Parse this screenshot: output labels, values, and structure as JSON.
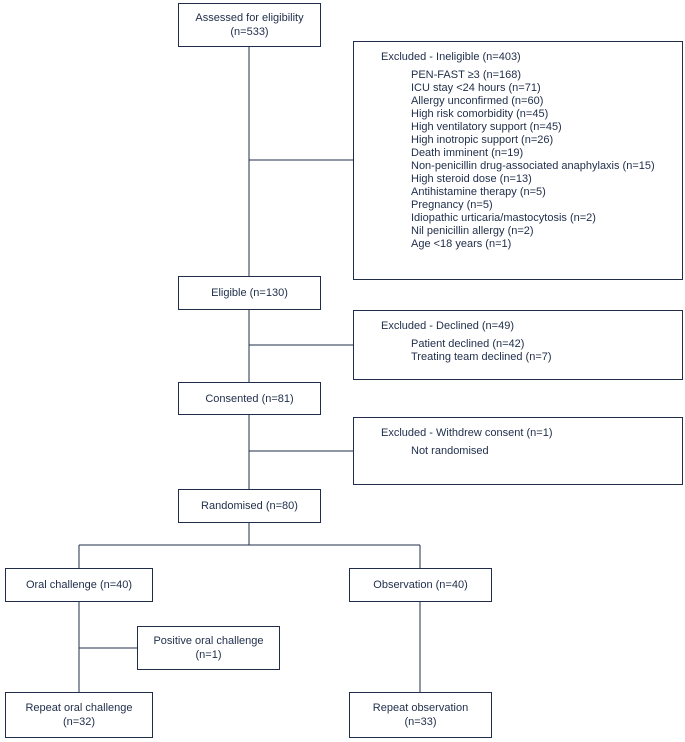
{
  "colors": {
    "stroke": "#1f2d4a",
    "text": "#1f2d4a"
  },
  "boxes": {
    "assessed": {
      "line1": "Assessed for eligibility",
      "line2": "(n=533)"
    },
    "excluded_ineligible": {
      "title": "Excluded - Ineligible (n=403)",
      "items": [
        "PEN-FAST ≥3 (n=168)",
        "ICU stay <24 hours (n=71)",
        "Allergy unconfirmed (n=60)",
        "High risk comorbidity (n=45)",
        "High ventilatory support (n=45)",
        "High inotropic support (n=26)",
        "Death imminent (n=19)",
        "Non-penicillin drug-associated anaphylaxis (n=15)",
        "High steroid dose (n=13)",
        "Antihistamine therapy (n=5)",
        "Pregnancy (n=5)",
        "Idiopathic urticaria/mastocytosis (n=2)",
        "Nil penicillin allergy (n=2)",
        "Age <18 years (n=1)"
      ]
    },
    "eligible": {
      "label": "Eligible (n=130)"
    },
    "excluded_declined": {
      "title": "Excluded - Declined (n=49)",
      "items": [
        "Patient declined (n=42)",
        "Treating team declined (n=7)"
      ]
    },
    "consented": {
      "label": "Consented (n=81)"
    },
    "excluded_withdrew": {
      "title": "Excluded - Withdrew consent (n=1)",
      "items": [
        "Not randomised"
      ]
    },
    "randomised": {
      "label": "Randomised (n=80)"
    },
    "oral_challenge": {
      "label": "Oral challenge (n=40)"
    },
    "observation": {
      "label": "Observation (n=40)"
    },
    "positive_oral": {
      "line1": "Positive oral challenge",
      "line2": "(n=1)"
    },
    "repeat_oral": {
      "line1": "Repeat oral challenge",
      "line2": "(n=32)"
    },
    "repeat_observation": {
      "line1": "Repeat observation",
      "line2": "(n=33)"
    }
  }
}
